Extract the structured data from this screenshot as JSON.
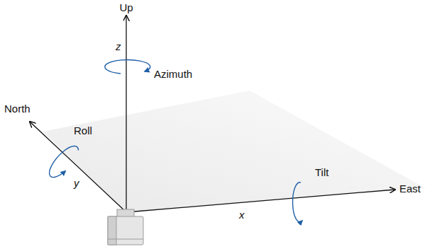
{
  "diagram": {
    "labels": [
      "Up",
      "z",
      "Azimuth",
      "North",
      "Roll",
      "y",
      "Tilt",
      "East",
      "x"
    ]
  }
}
